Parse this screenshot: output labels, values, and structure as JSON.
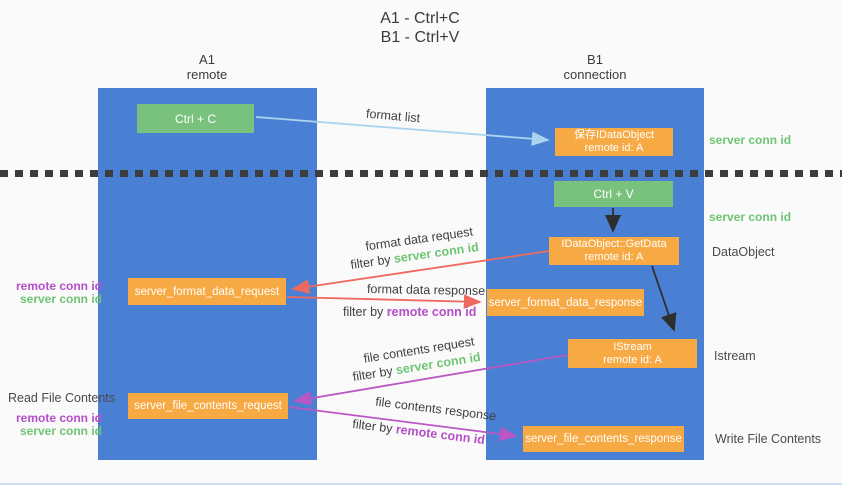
{
  "title": {
    "line1": "A1 - Ctrl+C",
    "line2": "B1 - Ctrl+V"
  },
  "lanes": {
    "left": {
      "name": "A1",
      "role": "remote"
    },
    "right": {
      "name": "B1",
      "role": "connection"
    }
  },
  "nodes": {
    "ctrl_c": {
      "label": "Ctrl + C"
    },
    "save_dataobject": {
      "line1": "保存IDataObject",
      "line2": "remote id: A"
    },
    "ctrl_v": {
      "label": "Ctrl + V"
    },
    "getdata": {
      "line1": "IDataObject::GetData",
      "line2": "remote id: A"
    },
    "format_request": {
      "label": "server_format_data_request"
    },
    "format_response": {
      "label": "server_format_data_response"
    },
    "istream": {
      "line1": "IStream",
      "line2": "remote id: A"
    },
    "file_request": {
      "label": "server_file_contents_request"
    },
    "file_response": {
      "label": "server_file_contents_response"
    }
  },
  "arrows": {
    "format_list": {
      "label": "format list"
    },
    "format_data_request": {
      "label": "format data request",
      "filter_prefix": "filter by ",
      "filter_key": "server conn id"
    },
    "format_data_response": {
      "label": "format data response",
      "filter_prefix": "filter by ",
      "filter_key": "remote conn id"
    },
    "file_contents_request": {
      "label": "file contents request",
      "filter_prefix": "filter by ",
      "filter_key": "server conn id"
    },
    "file_contents_response": {
      "label": "file contents response",
      "filter_prefix": "filter by ",
      "filter_key": "remote conn id"
    }
  },
  "side_labels": {
    "server_conn_id_top": "server conn id",
    "server_conn_id_mid": "server conn id",
    "dataobject": "DataObject",
    "istream": "Istream",
    "write_file_contents": "Write File Contents",
    "read_file_contents": "Read File Contents",
    "format_pair": {
      "remote": "remote conn id",
      "server": "server conn id"
    },
    "file_pair": {
      "remote": "remote conn id",
      "server": "server conn id"
    }
  },
  "colors": {
    "lane_blue": "#4a80d3",
    "box_green": "#79c27d",
    "box_orange": "#f7a943",
    "green_text": "#6fc474",
    "purple_text": "#b44fc8",
    "arrow_red": "#ee6a5e",
    "arrow_magenta": "#bb57c5",
    "arrow_light_blue": "#aad4f0",
    "arrow_black": "#2e2e2e",
    "text_dark": "#3c3c3c"
  }
}
